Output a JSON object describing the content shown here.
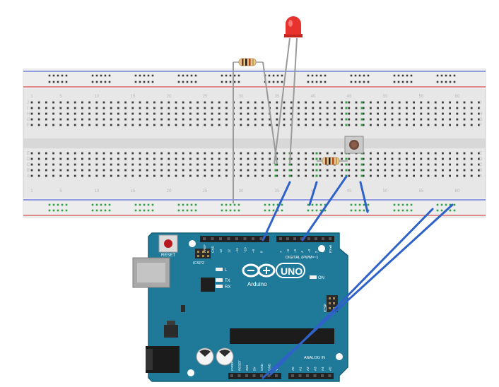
{
  "breadboard": {
    "column_numbers": [
      "1",
      "5",
      "10",
      "15",
      "20",
      "25",
      "30",
      "35",
      "40",
      "45",
      "50",
      "55",
      "60"
    ],
    "row_letters_top": [
      "J",
      "I",
      "H",
      "G",
      "F"
    ],
    "row_letters_bottom": [
      "E",
      "D",
      "C",
      "B",
      "A"
    ]
  },
  "board": {
    "reset_label": "RESET",
    "icsp2_label": "ICSP2",
    "icsp_label": "ICSP",
    "led_l_label": "L",
    "tx_label": "TX",
    "rx_label": "RX",
    "on_label": "ON",
    "brand_label": "Arduino",
    "model_label": "UNO",
    "digital_label": "DIGITAL (PWM=~)",
    "analog_label": "ANALOG IN",
    "top_header_pins": [
      "AREF",
      "GND",
      "13",
      "12",
      "~11",
      "~10",
      "~9",
      "8",
      "7",
      "~6",
      "~5",
      "4",
      "~3",
      "2",
      "TX▸1",
      "RX◂0"
    ],
    "power_pins": [
      "IOREF",
      "RESET",
      "3V3",
      "5V",
      "GND",
      "GND",
      "VIN"
    ],
    "analog_pins": [
      "A0",
      "A1",
      "A2",
      "A3",
      "A4",
      "A5"
    ]
  },
  "colors": {
    "board": "#1f7a99",
    "wire": "#2f62c9",
    "led": "#e8322e",
    "breadboard": "#e6e6e6",
    "rail_red": "#d9534f",
    "rail_blue": "#5b6bd6",
    "hole_green": "#2ea043"
  }
}
